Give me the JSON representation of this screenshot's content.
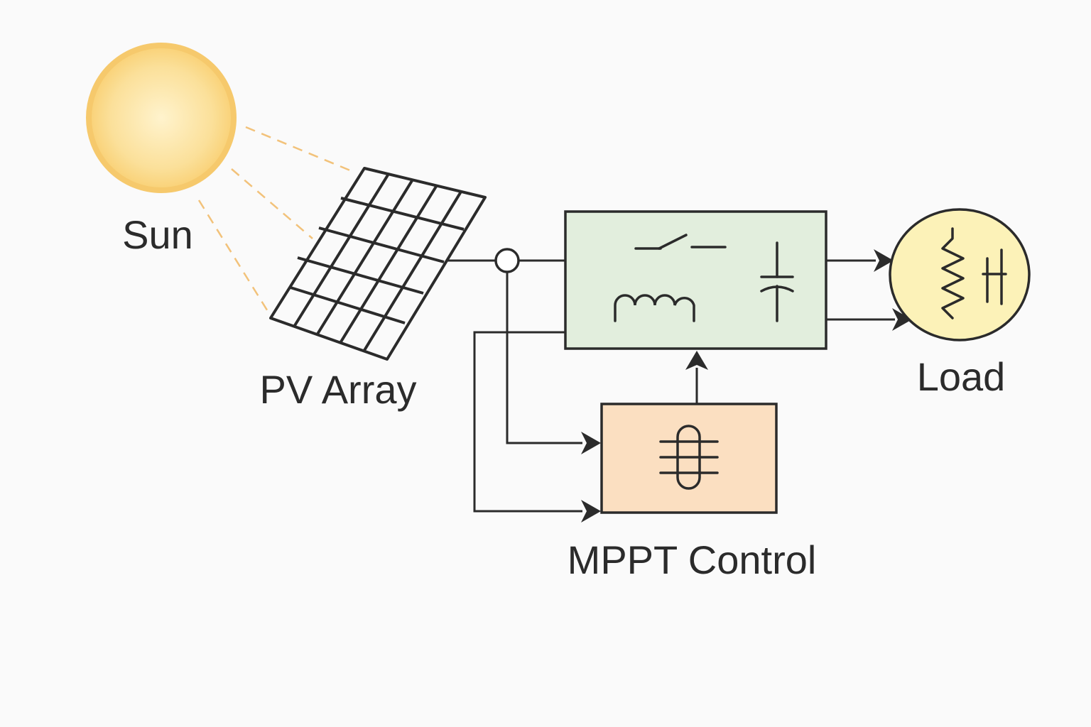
{
  "labels": {
    "sun": "Sun",
    "pv_array": "PV Array",
    "mppt_control": "MPPT Control",
    "load": "Load"
  },
  "colors": {
    "background": "#fafafa",
    "stroke": "#2b2b2b",
    "sun_fill_center": "#fff1c4",
    "sun_fill_edge": "#fad67a",
    "sun_ring": "#f6c96c",
    "sun_rays": "#f2c27a",
    "converter_fill": "#e2eedd",
    "mppt_fill": "#fbdfc1",
    "load_fill": "#fcf2b8"
  },
  "icons": {
    "converter": [
      "switch-icon",
      "inductor-icon",
      "capacitor-icon"
    ],
    "mppt": "controller-icon",
    "load": [
      "resistor-icon",
      "capacitor-icon"
    ]
  }
}
